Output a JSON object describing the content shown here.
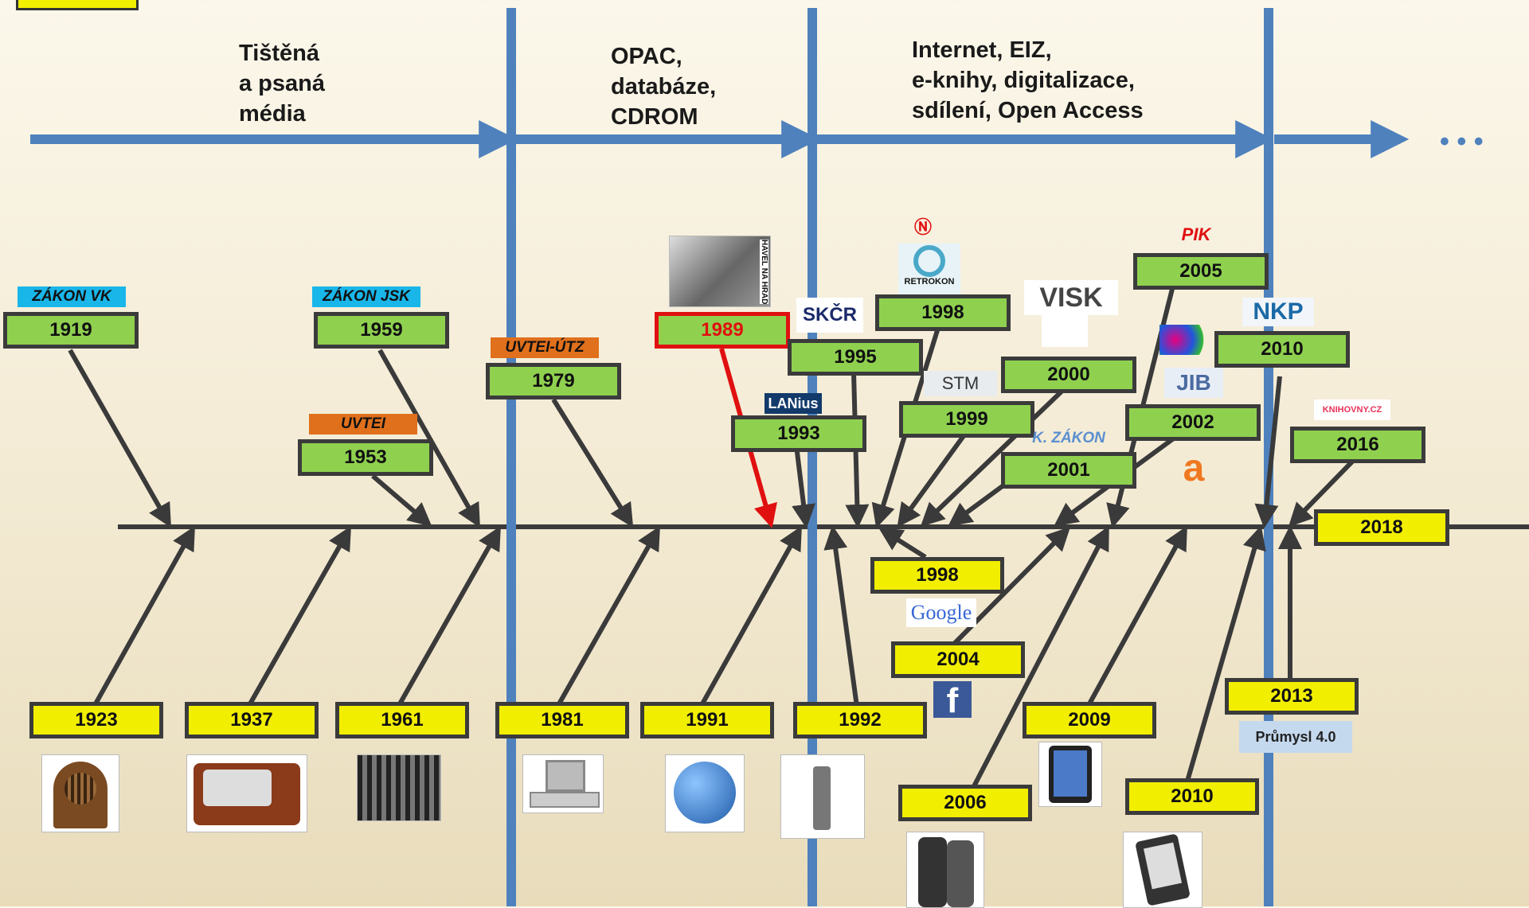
{
  "eras": [
    {
      "text": "Tištěná\n a psaná\n média"
    },
    {
      "text": "OPAC,\ndatabáze,\nCDROM"
    },
    {
      "text": "Internet, EIZ,\ne-knihy, digitalizace,\nsdílení, Open Access"
    }
  ],
  "ellipsis": "• • •",
  "top_events": [
    {
      "year": "1919",
      "label": "ZÁKON VK",
      "label_style": "blue"
    },
    {
      "year": "1959",
      "label": "ZÁKON JSK",
      "label_style": "blue"
    },
    {
      "year": "1953",
      "label": "UVTEI",
      "label_style": "orange"
    },
    {
      "year": "1979",
      "label": "UVTEI-ÚTZ",
      "label_style": "orange"
    },
    {
      "year": "1989",
      "label": "",
      "label_style": "red"
    },
    {
      "year": "1993",
      "label": "",
      "label_style": ""
    },
    {
      "year": "1995",
      "label": "",
      "label_style": ""
    },
    {
      "year": "1998",
      "label": "",
      "label_style": ""
    },
    {
      "year": "1999",
      "label": "",
      "label_style": ""
    },
    {
      "year": "2000",
      "label": "",
      "label_style": ""
    },
    {
      "year": "2001",
      "label": "K. ZÁKON",
      "label_style": "kz"
    },
    {
      "year": "2002",
      "label": "",
      "label_style": ""
    },
    {
      "year": "2005",
      "label": "PIK",
      "label_style": "plain"
    },
    {
      "year": "2010",
      "label": "",
      "label_style": ""
    },
    {
      "year": "2016",
      "label": "",
      "label_style": ""
    }
  ],
  "bottom_events": [
    {
      "year": "1923"
    },
    {
      "year": "1937"
    },
    {
      "year": "1961"
    },
    {
      "year": "1981"
    },
    {
      "year": "1991"
    },
    {
      "year": "1992"
    },
    {
      "year": "1998"
    },
    {
      "year": "2004"
    },
    {
      "year": "2006"
    },
    {
      "year": "2009"
    },
    {
      "year": "2010"
    },
    {
      "year": "2013"
    }
  ],
  "current_year": "2018",
  "prumysl": "Průmysl 4.0",
  "logos": {
    "lanius": "LANius",
    "skcr": "SKČR",
    "retrokon": "RETROKON",
    "stm": "STM",
    "visk": "VISK",
    "google": "Google",
    "nkp": "NKP",
    "jib": "JIB",
    "knihovny": "KNIHOVNY.CZ",
    "facebook": "f",
    "havel_caption": "HAVEL NA HRAD"
  },
  "icons": [
    "radio-icon",
    "tv-icon",
    "computer-room-icon",
    "pc-icon",
    "internet-globe-icon",
    "mobile-phone-icon",
    "smartphone-icon",
    "tablet-icon",
    "ereader-icon",
    "open-access-icon"
  ],
  "colors": {
    "axis": "#3a3a3a",
    "divider": "#4f81bd",
    "arrow": "#4f81bd",
    "top_box": "#8fd14f",
    "bottom_box": "#f2ee00",
    "highlight": "#e01010"
  }
}
